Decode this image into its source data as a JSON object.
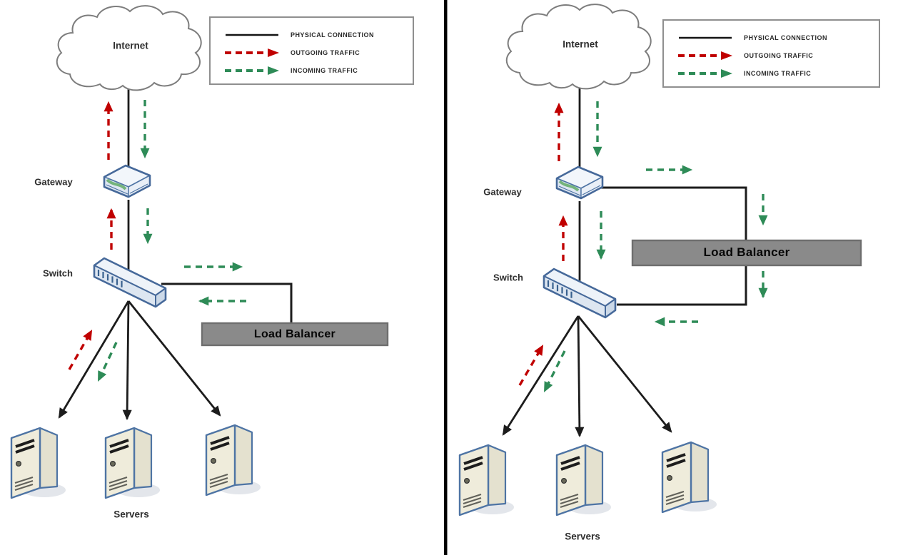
{
  "colors": {
    "physical_connection": "#1c1c1c",
    "outgoing_traffic": "#c00000",
    "incoming_traffic": "#2e8b57",
    "load_balancer_fill": "#8a8a8a"
  },
  "legend": {
    "items": [
      {
        "name": "physical-connection",
        "label": "PHYSICAL CONNECTION",
        "style": "solid-black-line"
      },
      {
        "name": "outgoing-traffic",
        "label": "OUTGOING TRAFFIC",
        "style": "red-dashed-arrow"
      },
      {
        "name": "incoming-traffic",
        "label": "INCOMING TRAFFIC",
        "style": "green-dashed-arrow"
      }
    ]
  },
  "left_diagram": {
    "labels": {
      "internet": "Internet",
      "gateway": "Gateway",
      "switch": "Switch",
      "load_balancer": "Load Balancer",
      "servers": "Servers"
    }
  },
  "right_diagram": {
    "labels": {
      "internet": "Internet",
      "gateway": "Gateway",
      "switch": "Switch",
      "load_balancer": "Load Balancer",
      "servers": "Servers"
    }
  }
}
